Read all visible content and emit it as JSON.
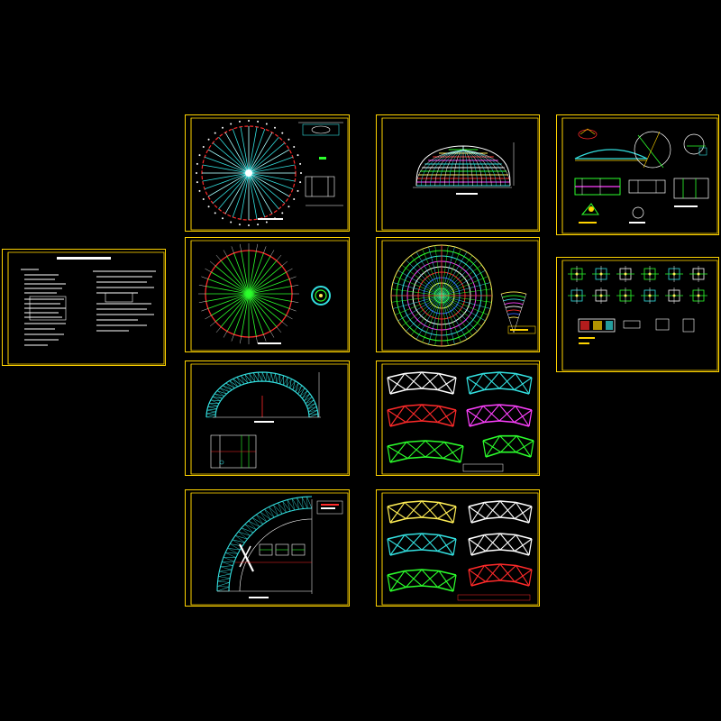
{
  "canvas": {
    "background": "#000000"
  },
  "colors": {
    "frame": "#ffd400",
    "red": "#ff2a2a",
    "cyan": "#33e0e0",
    "green": "#2cff2c",
    "white": "#ffffff",
    "magenta": "#ff40ff",
    "yellow": "#ffee55",
    "blue": "#3060ff"
  },
  "sheets": [
    {
      "id": "design-notes",
      "content": "text-notes"
    },
    {
      "id": "roof-plan-radial",
      "content": "radial-plan-with-detail"
    },
    {
      "id": "radial-axis-plan",
      "content": "radial-axis-plan"
    },
    {
      "id": "dome-elevation",
      "content": "dome-elevation"
    },
    {
      "id": "concentric-ring-plan",
      "content": "concentric-ring-plan"
    },
    {
      "id": "arch-section",
      "content": "arch-section"
    },
    {
      "id": "truss-elevations-a",
      "content": "truss-elevations"
    },
    {
      "id": "quarter-arch-detail",
      "content": "quarter-arch"
    },
    {
      "id": "truss-elevations-b",
      "content": "truss-elevations"
    },
    {
      "id": "node-details",
      "content": "node-details"
    },
    {
      "id": "connection-details",
      "content": "connection-details"
    }
  ]
}
